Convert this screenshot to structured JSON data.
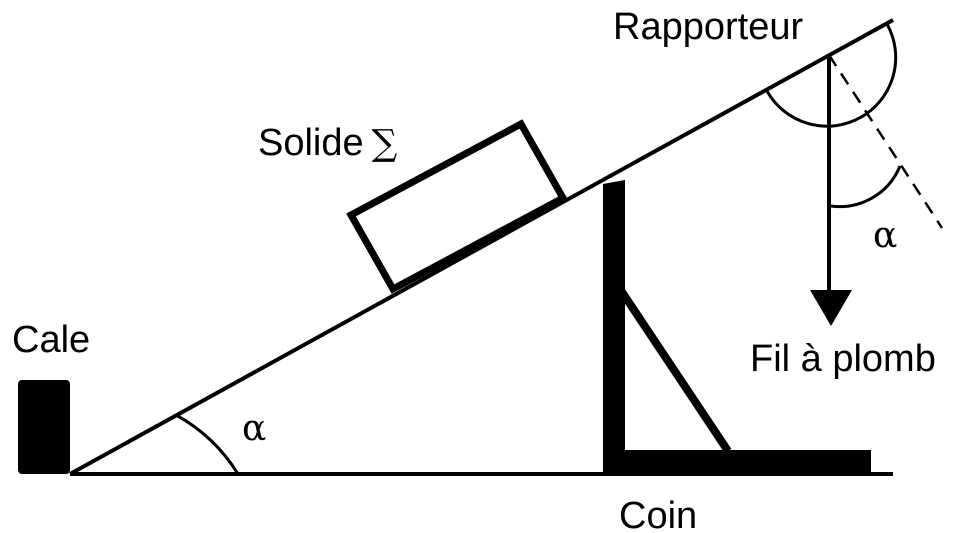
{
  "labels": {
    "cale": "Cale",
    "solid": "Solide",
    "solid_symbol": "∑",
    "protractor": "Rapporteur",
    "plumb_line": "Fil à plomb",
    "wedge": "Coin",
    "angle_at_base": "α",
    "angle_at_plumb": "α"
  },
  "colors": {
    "ink": "#000000",
    "background": "#ffffff"
  }
}
